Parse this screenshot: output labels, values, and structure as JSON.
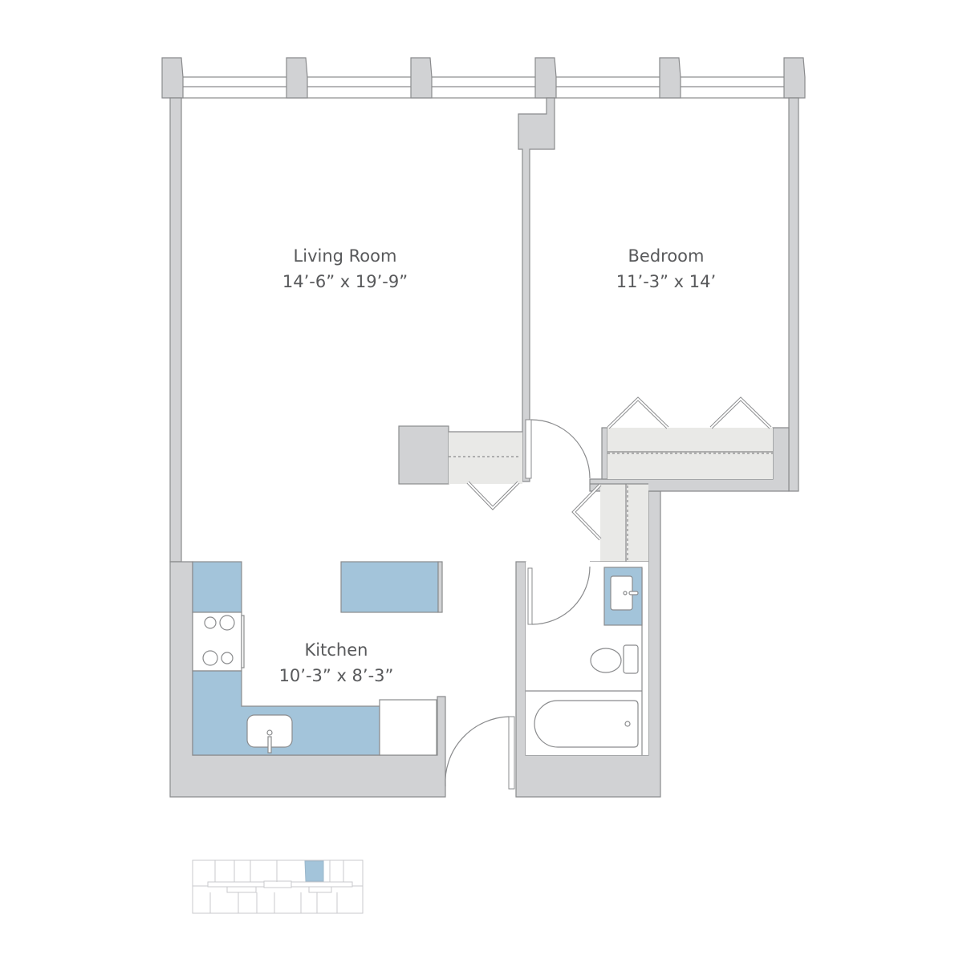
{
  "rooms": {
    "living": {
      "name": "Living Room",
      "dims": "14’-6” x 19’-9”"
    },
    "bedroom": {
      "name": "Bedroom",
      "dims": "11’-3” x 14’"
    },
    "kitchen": {
      "name": "Kitchen",
      "dims": "10’-3” x 8’-3”"
    }
  },
  "colors": {
    "wall": "#d1d2d4",
    "fixture": "#a3c4da",
    "closet": "#e9e9e7",
    "text": "#58595b"
  }
}
